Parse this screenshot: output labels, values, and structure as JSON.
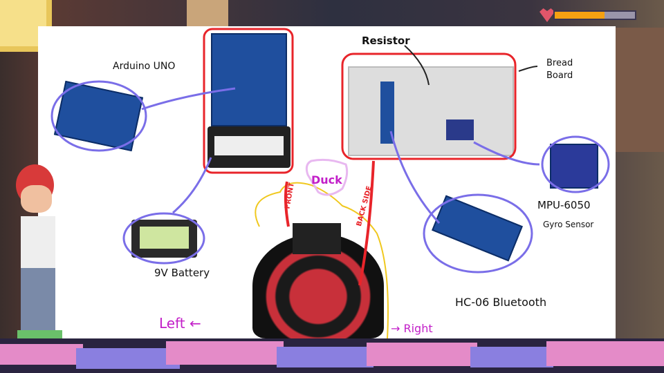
{
  "labels": {
    "arduino": "Arduino UNO",
    "battery": "9V Battery",
    "resistor": "Resistor",
    "breadboard": "Bread Board",
    "mpu": "MPU-6050",
    "gyro": "Gyro Sensor",
    "bluetooth": "HC-06 Bluetooth",
    "left": "Left ←",
    "right": "→ Right",
    "duck": "Duck",
    "front": "FRONT",
    "backside": "BACK SIDE"
  },
  "health": {
    "fraction": 0.62
  },
  "colors": {
    "red": "#e8242a",
    "purple": "#7a6ee8",
    "magenta": "#c21ec8",
    "yellow": "#f0c81e",
    "health": "#f5a012"
  }
}
